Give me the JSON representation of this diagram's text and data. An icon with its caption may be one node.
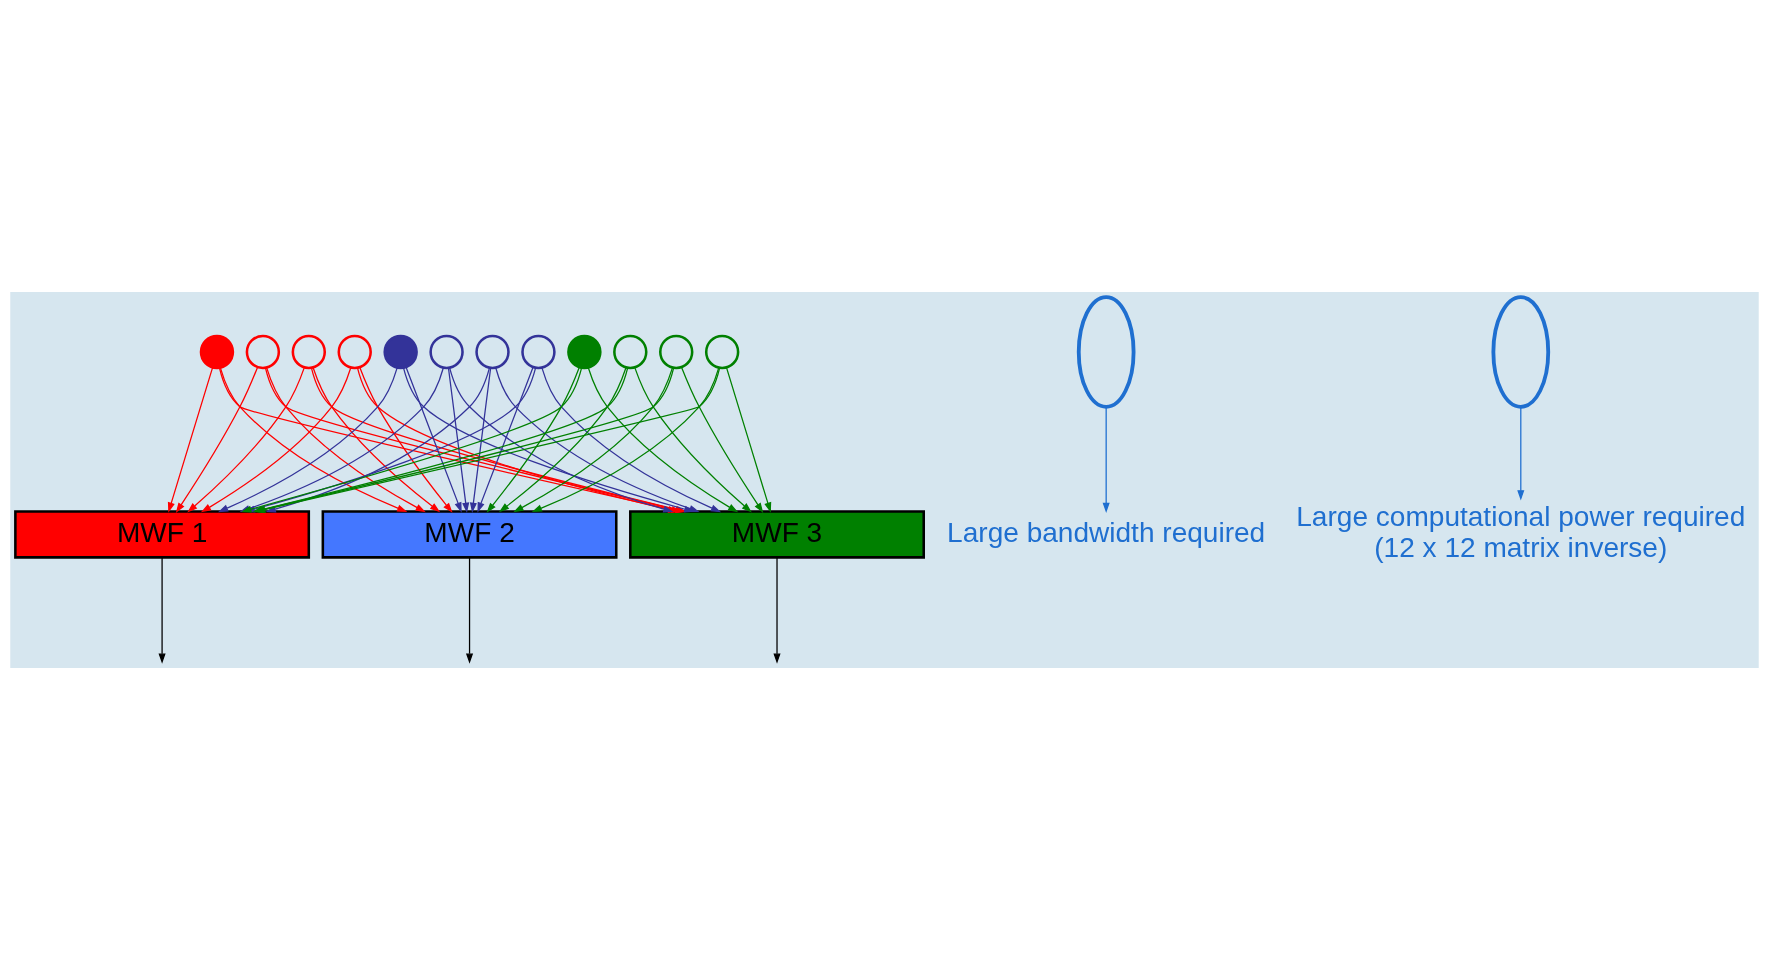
{
  "diagram": {
    "nodes": [
      {
        "text": [],
        "shape": "circle"
      },
      {
        "text": [],
        "shape": "circle"
      },
      {
        "text": [],
        "shape": "circle"
      },
      {
        "text": [],
        "shape": "circle"
      },
      {
        "text": [],
        "shape": "circle"
      },
      {
        "text": [],
        "shape": "circle"
      },
      {
        "text": [],
        "shape": "circle"
      },
      {
        "text": [],
        "shape": "circle"
      },
      {
        "text": [],
        "shape": "circle"
      },
      {
        "text": [],
        "shape": "circle"
      },
      {
        "text": [],
        "shape": "circle"
      },
      {
        "text": [],
        "shape": "circle"
      },
      {
        "text": [
          "MWF 1"
        ]
      },
      {
        "text": [
          "MWF 2"
        ]
      },
      {
        "text": [
          "MWF 3"
        ]
      },
      {
        "text": [],
        "shape": "ellipse"
      },
      {
        "text": [
          "Large bandwidth required"
        ]
      },
      {
        "text": [],
        "shape": "ellipse"
      },
      {
        "text": [
          "Large computational power required",
          "(12 x 12 matrix inverse)"
        ]
      }
    ],
    "edges": [
      {
        "from": 0,
        "to": 12,
        "arrow": "to",
        "color": "#ff0000"
      },
      {
        "from": 1,
        "to": 12,
        "arrow": "to",
        "color": "#ff0000"
      },
      {
        "from": 2,
        "to": 12,
        "arrow": "to",
        "color": "#ff0000"
      },
      {
        "from": 3,
        "to": 12,
        "arrow": "to",
        "color": "#ff0000"
      },
      {
        "from": 8,
        "to": 12,
        "arrow": "to",
        "color": "#008000"
      },
      {
        "from": 4,
        "to": 12,
        "arrow": "to",
        "color": "#333399"
      },
      {
        "from": 9,
        "to": 12,
        "arrow": "to",
        "color": "#008000"
      },
      {
        "from": 5,
        "to": 12,
        "arrow": "to",
        "color": "#333399"
      },
      {
        "from": 10,
        "to": 12,
        "arrow": "to",
        "color": "#008000"
      },
      {
        "from": 6,
        "to": 12,
        "arrow": "to",
        "color": "#333399"
      },
      {
        "from": 11,
        "to": 12,
        "arrow": "to",
        "color": "#008000"
      },
      {
        "from": 7,
        "to": 12,
        "arrow": "to",
        "color": "#333399"
      },
      {
        "from": 0,
        "to": 13,
        "arrow": "to",
        "color": "#ff0000"
      },
      {
        "from": 8,
        "to": 13,
        "arrow": "to",
        "color": "#008000"
      },
      {
        "from": 1,
        "to": 13,
        "arrow": "to",
        "color": "#ff0000"
      },
      {
        "from": 9,
        "to": 13,
        "arrow": "to",
        "color": "#008000"
      },
      {
        "from": 2,
        "to": 13,
        "arrow": "to",
        "color": "#ff0000"
      },
      {
        "from": 10,
        "to": 13,
        "arrow": "to",
        "color": "#008000"
      },
      {
        "from": 3,
        "to": 13,
        "arrow": "to",
        "color": "#ff0000"
      },
      {
        "from": 11,
        "to": 13,
        "arrow": "to",
        "color": "#008000"
      },
      {
        "from": 4,
        "to": 13,
        "arrow": "to",
        "color": "#333399"
      },
      {
        "from": 5,
        "to": 13,
        "arrow": "to",
        "color": "#333399"
      },
      {
        "from": 6,
        "to": 13,
        "arrow": "to",
        "color": "#333399"
      },
      {
        "from": 7,
        "to": 13,
        "arrow": "to",
        "color": "#333399"
      },
      {
        "from": 0,
        "to": 14,
        "arrow": "to",
        "color": "#ff0000"
      },
      {
        "from": 4,
        "to": 14,
        "arrow": "to",
        "color": "#333399"
      },
      {
        "from": 1,
        "to": 14,
        "arrow": "to",
        "color": "#ff0000"
      },
      {
        "from": 5,
        "to": 14,
        "arrow": "to",
        "color": "#333399"
      },
      {
        "from": 2,
        "to": 14,
        "arrow": "to",
        "color": "#ff0000"
      },
      {
        "from": 6,
        "to": 14,
        "arrow": "to",
        "color": "#333399"
      },
      {
        "from": 3,
        "to": 14,
        "arrow": "to",
        "color": "#ff0000"
      },
      {
        "from": 7,
        "to": 14,
        "arrow": "to",
        "color": "#333399"
      },
      {
        "from": 8,
        "to": 14,
        "arrow": "to",
        "color": "#008000"
      },
      {
        "from": 9,
        "to": 14,
        "arrow": "to",
        "color": "#008000"
      },
      {
        "from": 10,
        "to": 14,
        "arrow": "to",
        "color": "#008000"
      },
      {
        "from": 11,
        "to": 14,
        "arrow": "to",
        "color": "#008000"
      },
      {
        "from": 12,
        "to": null,
        "arrow": "to",
        "color": "#000000"
      },
      {
        "from": 13,
        "to": null,
        "arrow": "to",
        "color": "#000000"
      },
      {
        "from": 14,
        "to": null,
        "arrow": "to",
        "color": "#000000"
      },
      {
        "from": 15,
        "to": 16,
        "arrow": "to",
        "color": "#1f6fd0"
      },
      {
        "from": 17,
        "to": 18,
        "arrow": "to",
        "color": "#1f6fd0"
      }
    ]
  }
}
